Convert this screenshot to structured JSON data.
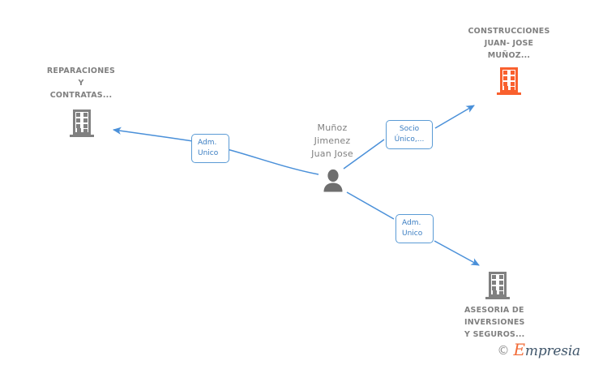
{
  "graph": {
    "title": "Empresia corporate relationship chart",
    "colors": {
      "edge": "#4a90d9",
      "edge_label_border": "#5b9bd5",
      "edge_label_text": "#3a7dc2",
      "node_text": "#808080",
      "company_gray": "#808080",
      "company_orange": "#f9602e",
      "person_gray": "#6e6e6e",
      "background": "#ffffff"
    },
    "nodes": [
      {
        "id": "person-center",
        "type": "person",
        "icon": "person-icon",
        "label": "Muñoz\nJimenez\nJuan Jose",
        "color": "#6e6e6e"
      },
      {
        "id": "company-reparaciones",
        "type": "company",
        "icon": "building-icon",
        "label": "REPARACIONES\nY\nCONTRATAS...",
        "color": "#808080"
      },
      {
        "id": "company-construcciones",
        "type": "company",
        "icon": "building-icon",
        "label": "CONSTRUCCIONES\nJUAN- JOSE\nMUÑOZ...",
        "color": "#f9602e"
      },
      {
        "id": "company-asesoria",
        "type": "company",
        "icon": "building-icon",
        "label": "ASESORIA DE\nINVERSIONES\nY SEGUROS...",
        "color": "#808080"
      }
    ],
    "edges": [
      {
        "id": "edge-adm-unico-reparaciones",
        "from": "person-center",
        "to": "company-reparaciones",
        "label": "Adm.\nUnico",
        "direction": "left"
      },
      {
        "id": "edge-socio-unico-construcciones",
        "from": "person-center",
        "to": "company-construcciones",
        "label": "Socio\nÚnico,...",
        "direction": "up-right"
      },
      {
        "id": "edge-adm-unico-asesoria",
        "from": "person-center",
        "to": "company-asesoria",
        "label": "Adm.\nUnico",
        "direction": "down-right"
      }
    ]
  },
  "watermark": {
    "copyright": "©",
    "brand_initial": "E",
    "brand_rest": "mpresia"
  }
}
